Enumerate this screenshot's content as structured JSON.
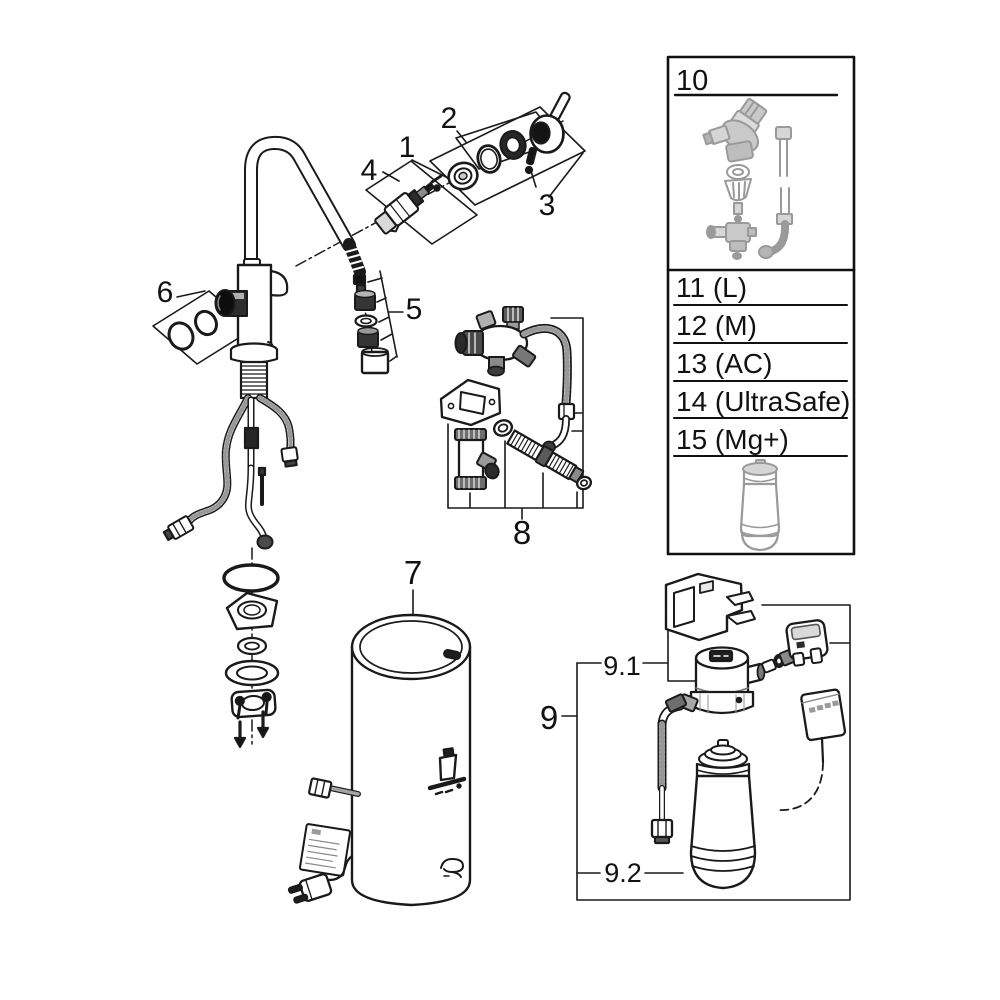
{
  "document": {
    "type": "exploded-parts-diagram",
    "product": "kitchen faucet with filter and boiler system"
  },
  "callouts": {
    "c1": "1",
    "c2": "2",
    "c3": "3",
    "c4": "4",
    "c5": "5",
    "c6": "6",
    "c7": "7",
    "c8": "8",
    "c9": "9",
    "c9_1": "9.1",
    "c9_2": "9.2"
  },
  "panel": {
    "box_label": "10",
    "rows": [
      {
        "label": "11 (L)"
      },
      {
        "label": "12 (M)"
      },
      {
        "label": "13 (AC)"
      },
      {
        "label": "14 (UltraSafe)"
      },
      {
        "label": "15 (Mg+)"
      }
    ]
  },
  "colors": {
    "line": "#1a1a1a",
    "muted_art": "#9a9a9a",
    "background": "#ffffff",
    "dark_fill": "#262626"
  },
  "icons": {
    "boiler_badge": "hot-water-carafe-icon",
    "boiler_logo": "grohe-logo",
    "panel_top_art": "check-valve-and-hose",
    "panel_bottom_art": "filter-cartridge"
  }
}
